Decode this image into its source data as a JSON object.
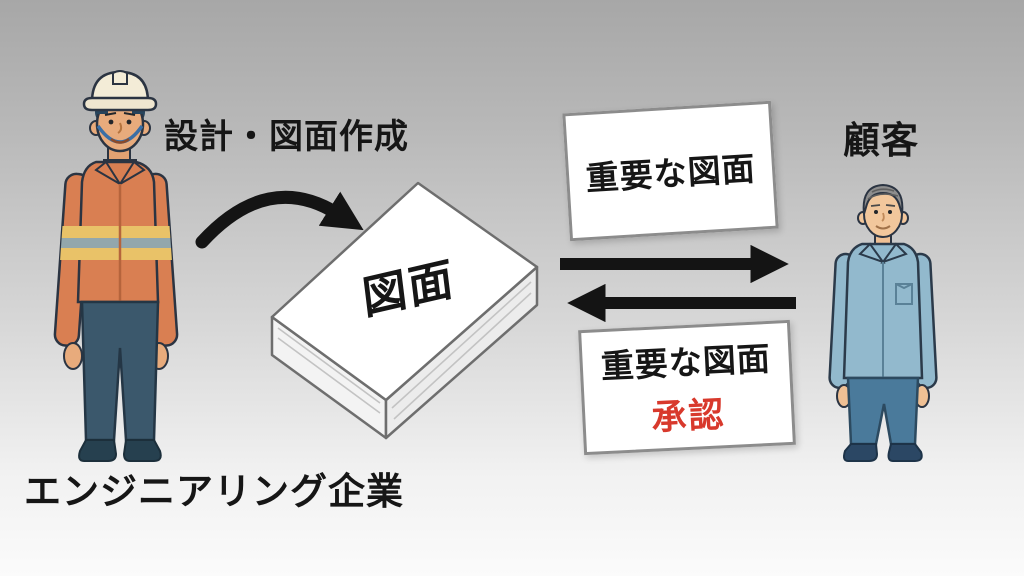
{
  "scene": {
    "process_label": "設計・図面作成",
    "left_actor_label": "エンジニアリング企業",
    "right_actor_label": "顧客",
    "stack_label": "図面"
  },
  "cards": {
    "outgoing": {
      "line1": "重要な図面"
    },
    "incoming": {
      "line1": "重要な図面",
      "line2": "承認"
    }
  },
  "colors": {
    "approval_red": "#d8392c",
    "text_black": "#161616",
    "arrow_black": "#141414",
    "card_border": "#8c8c8c",
    "background_top": "#a7a7a7",
    "background_bottom": "#fbfbfb"
  },
  "icons": {
    "curved_arrow": "curved-arrow-icon",
    "send_arrow": "arrow-right-icon",
    "return_arrow": "arrow-left-icon",
    "paper_stack": "drawing-stack-illustration",
    "engineer": "engineer-worker-illustration",
    "customer": "customer-illustration"
  }
}
